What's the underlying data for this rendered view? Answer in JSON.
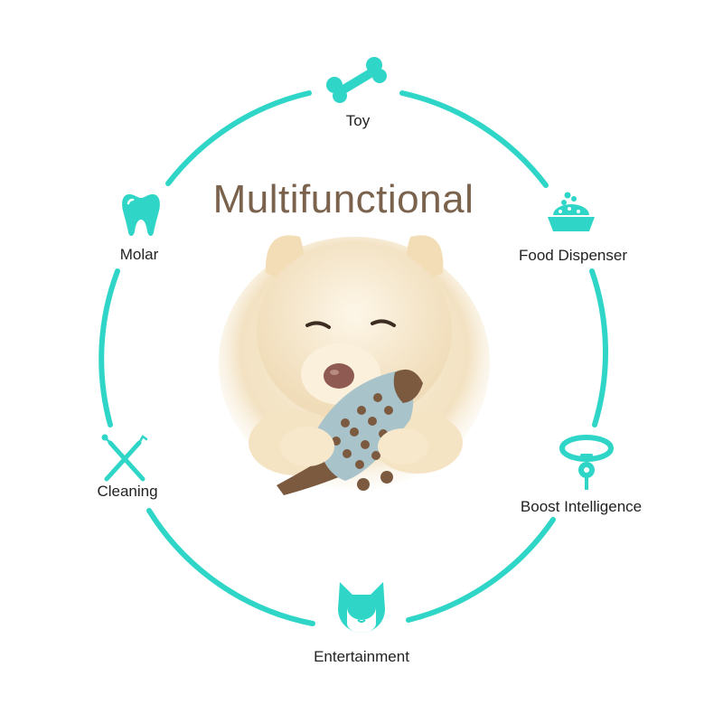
{
  "title": "Multifunctional",
  "colors": {
    "accent": "#2fd6c8",
    "title": "#7a624d",
    "label": "#222222",
    "toy_brown": "#7b5a3f",
    "toy_grey": "#a9c3cb",
    "fur": "#f5e6c8"
  },
  "features": [
    {
      "label": "Toy",
      "icon": "bone-icon"
    },
    {
      "label": "Food Dispenser",
      "icon": "food-bowl-icon"
    },
    {
      "label": "Boost Intelligence",
      "icon": "pet-collar-icon"
    },
    {
      "label": "Entertainment",
      "icon": "dog-face-icon"
    },
    {
      "label": "Cleaning",
      "icon": "dental-tools-icon"
    },
    {
      "label": "Molar",
      "icon": "tooth-icon"
    }
  ],
  "image": {
    "subject": "fluffy cream puppy chewing a dental toy",
    "icon": "puppy-photo"
  }
}
